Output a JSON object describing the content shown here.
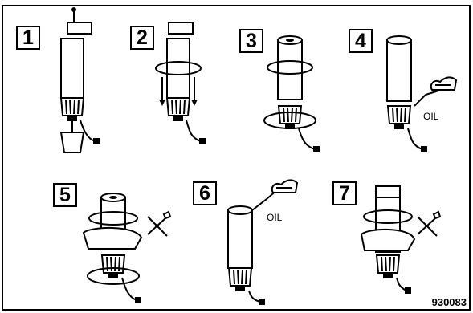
{
  "steps": [
    {
      "number": "1"
    },
    {
      "number": "2"
    },
    {
      "number": "3"
    },
    {
      "number": "4"
    },
    {
      "number": "5"
    },
    {
      "number": "6"
    },
    {
      "number": "7"
    }
  ],
  "labels": {
    "oil_step4": "OIL",
    "oil_step6": "OIL"
  },
  "figure_code": "930083"
}
